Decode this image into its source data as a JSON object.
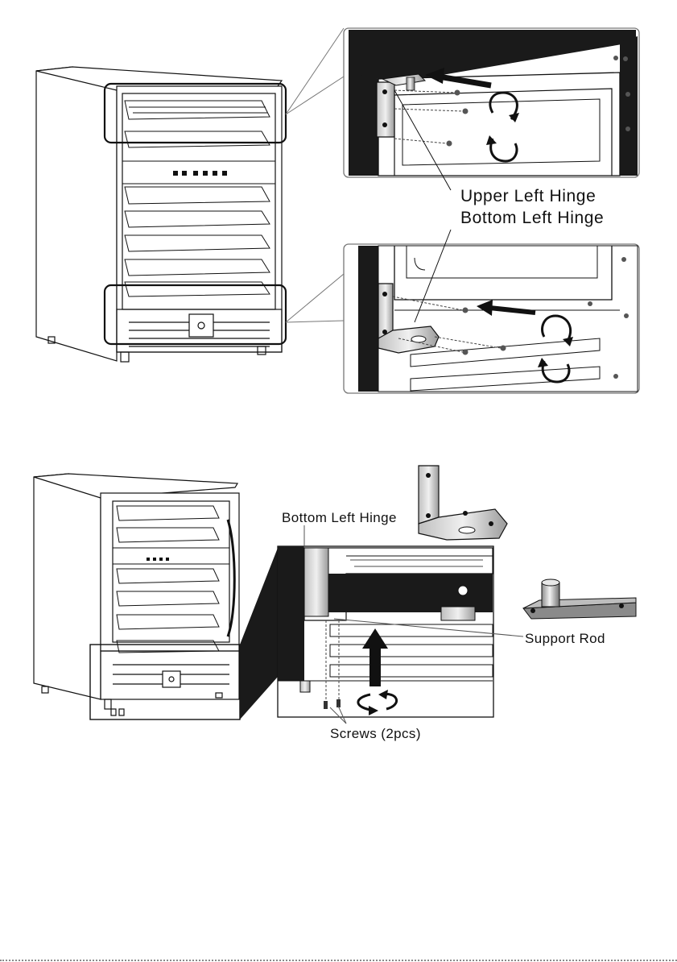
{
  "labels": {
    "upper_left_hinge": "Upper Left Hinge",
    "bottom_left_hinge_top": "Bottom Left Hinge",
    "bottom_left_hinge_lower": "Bottom Left Hinge",
    "support_rod": "Support Rod",
    "screws": "Screws (2pcs)"
  },
  "icons": {
    "rotate": "rotate-arrows-icon",
    "push": "push-arrow-icon",
    "lift": "lift-arrow-icon"
  },
  "colors": {
    "line": "#111111",
    "panel_dark": "#1a1a1a",
    "metal": "#c9c9c9",
    "frame_border": "#777777"
  }
}
